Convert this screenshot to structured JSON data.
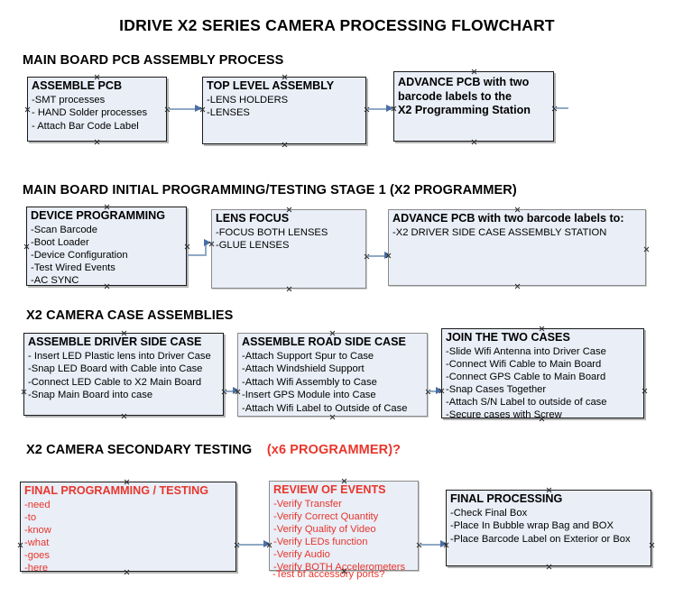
{
  "document": {
    "title": "IDRIVE X2  SERIES CAMERA PROCESSING FLOWCHART",
    "colors": {
      "box_fill": "#e9eef7",
      "box_border_dark": "#1a1a1a",
      "box_border_gray": "#8a8a8a",
      "connector": "#8fa9c4",
      "arrowhead": "#4a6fa5",
      "accent_red": "#e8362c",
      "text": "#000000",
      "background": "#ffffff"
    }
  },
  "sections": [
    {
      "id": "main-board-pcb-assembly",
      "heading": "MAIN BOARD PCB ASSEMBLY PROCESS",
      "heading_accent": ""
    },
    {
      "id": "main-board-initial-programming",
      "heading": "MAIN BOARD INITIAL PROGRAMMING/TESTING STAGE 1 (X2 PROGRAMMER)",
      "heading_accent": ""
    },
    {
      "id": "x2-camera-case-assemblies",
      "heading": "X2 CAMERA CASE ASSEMBLIES",
      "heading_accent": ""
    },
    {
      "id": "x2-camera-secondary-testing",
      "heading": "X2 CAMERA SECONDARY TESTING",
      "heading_accent": "(x6 PROGRAMMER)?"
    }
  ],
  "nodes": {
    "assemble_pcb": {
      "title": "ASSEMBLE PCB",
      "lines": [
        "-SMT processes",
        "- HAND Solder processes",
        "- Attach Bar Code Label"
      ]
    },
    "top_level_assembly": {
      "title": "TOP LEVEL ASSEMBLY",
      "lines": [
        "-LENS HOLDERS",
        "-LENSES"
      ]
    },
    "advance_pcb_station": {
      "title_line1": "ADVANCE PCB with two",
      "title_line2": "barcode labels to the",
      "title_line3": " X2 Programming Station",
      "lines": []
    },
    "device_programming": {
      "title": "DEVICE PROGRAMMING",
      "lines": [
        "-Scan Barcode",
        "-Boot Loader",
        "-Device Configuration",
        "-Test Wired Events",
        "-AC SYNC"
      ]
    },
    "lens_focus": {
      "title": "LENS FOCUS",
      "lines": [
        "-FOCUS BOTH LENSES",
        "-GLUE LENSES"
      ]
    },
    "advance_pcb_driver_side": {
      "title": "ADVANCE PCB with two barcode labels to:",
      "lines": [
        "-X2 DRIVER  SIDE  CASE  ASSEMBLY STATION"
      ]
    },
    "assemble_driver_side_case": {
      "title": "ASSEMBLE DRIVER SIDE CASE",
      "lines": [
        "- Insert LED Plastic lens into Driver Case",
        "-Snap LED Board with Cable into Case",
        "-Connect LED Cable to X2 Main Board",
        "-Snap Main Board into case"
      ]
    },
    "assemble_road_side_case": {
      "title": "ASSEMBLE ROAD SIDE CASE",
      "lines": [
        "-Attach Support Spur to Case",
        "-Attach Windshield Support",
        "-Attach Wifi Assembly to Case",
        "-Insert GPS Module into Case",
        "-Attach Wifi Label to Outside of Case"
      ]
    },
    "join_the_two_cases": {
      "title": "JOIN THE TWO CASES",
      "lines": [
        "-Slide Wifi Antenna into Driver Case",
        "-Connect Wifi Cable to Main Board",
        "-Connect GPS Cable to Main Board",
        "-Snap Cases Together",
        "-Attach S/N Label to outside of case",
        "-Secure cases with Screw"
      ]
    },
    "final_programming_testing": {
      "title": "FINAL PROGRAMMING / TESTING",
      "lines": [
        "-need",
        "-to",
        "-know",
        "-what",
        "-goes",
        "-here"
      ]
    },
    "review_of_events": {
      "title": "REVIEW OF EVENTS",
      "lines": [
        "-Verify Transfer",
        "-Verify Correct Quantity",
        "-Verify Quality of Video",
        "-Verify LEDs function",
        "-Verify Audio",
        "-Verify BOTH Accelerometers"
      ],
      "overflow_line": "-Test of accessory ports?"
    },
    "final_processing": {
      "title": "FINAL PROCESSING",
      "lines": [
        " -Check Final Box",
        "-Place In Bubble wrap Bag and BOX",
        "-Place Barcode Label on Exterior or Box"
      ]
    }
  }
}
